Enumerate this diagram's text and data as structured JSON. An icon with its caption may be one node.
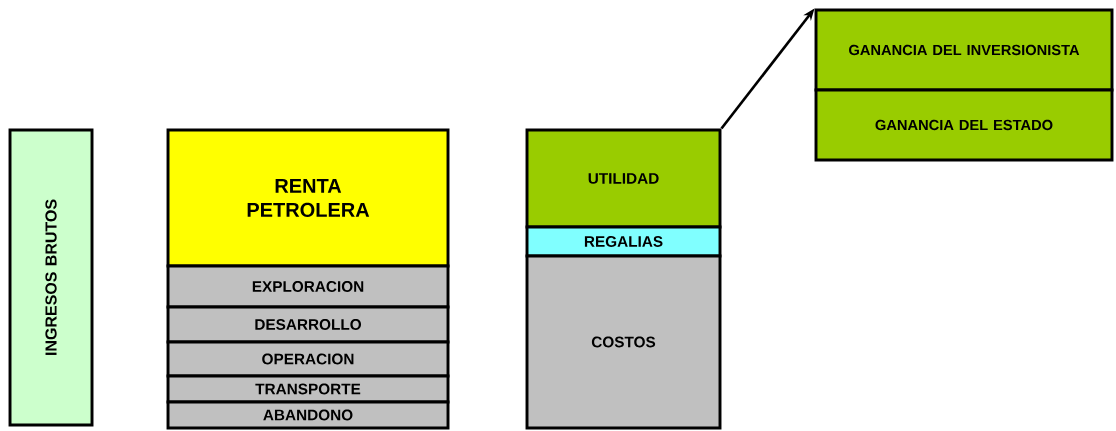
{
  "diagram": {
    "nodes": [
      {
        "text": [
          "INGRESOS  BRUTOS"
        ]
      },
      {
        "text": [
          "RENTA PETROLERA"
        ]
      },
      {
        "text": [
          "EXPLORACION"
        ]
      },
      {
        "text": [
          "DESARROLLO"
        ]
      },
      {
        "text": [
          "OPERACION"
        ]
      },
      {
        "text": [
          "TRANSPORTE"
        ]
      },
      {
        "text": [
          "ABANDONO"
        ]
      },
      {
        "text": [
          "UTILIDAD"
        ]
      },
      {
        "text": [
          "REGALIAS"
        ]
      },
      {
        "text": [
          "COSTOS"
        ]
      },
      {
        "text": [
          "GANANCIA DEL INVERSIONISTA"
        ]
      },
      {
        "text": [
          "GANANCIA DEL ESTADO"
        ]
      }
    ],
    "edges": [
      {
        "from": 7,
        "to": 10,
        "arrow": "to"
      }
    ]
  }
}
